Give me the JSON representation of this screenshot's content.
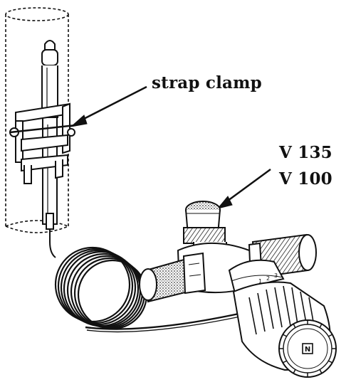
{
  "labels": {
    "strap_clamp": "strap clamp",
    "valve_line1": "V 135",
    "valve_line2": "V 100"
  },
  "dial": {
    "scale_marks": [
      "1",
      "2",
      "3"
    ],
    "center_badge": "N"
  },
  "colors": {
    "ink": "#111111",
    "paper": "#ffffff",
    "shade": "#9a9a9a"
  }
}
